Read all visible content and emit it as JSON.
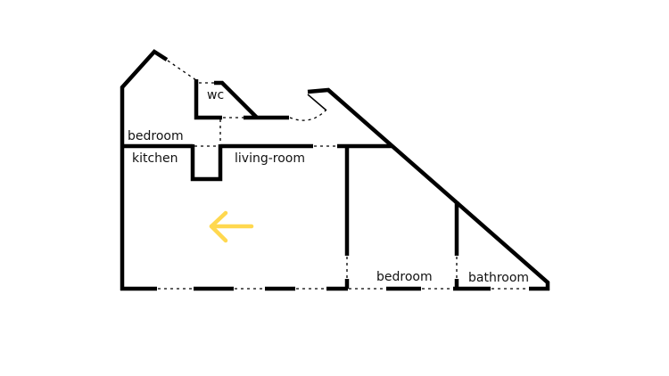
{
  "rooms": {
    "wc": "wc",
    "bedroom_top": "bedroom",
    "kitchen": "kitchen",
    "living_room": "living-room",
    "bedroom_bottom": "bedroom",
    "bathroom": "bathroom"
  },
  "arrow": {
    "icon": "arrow-left-icon",
    "color": "#FFD84F"
  },
  "wall_color": "#000000"
}
